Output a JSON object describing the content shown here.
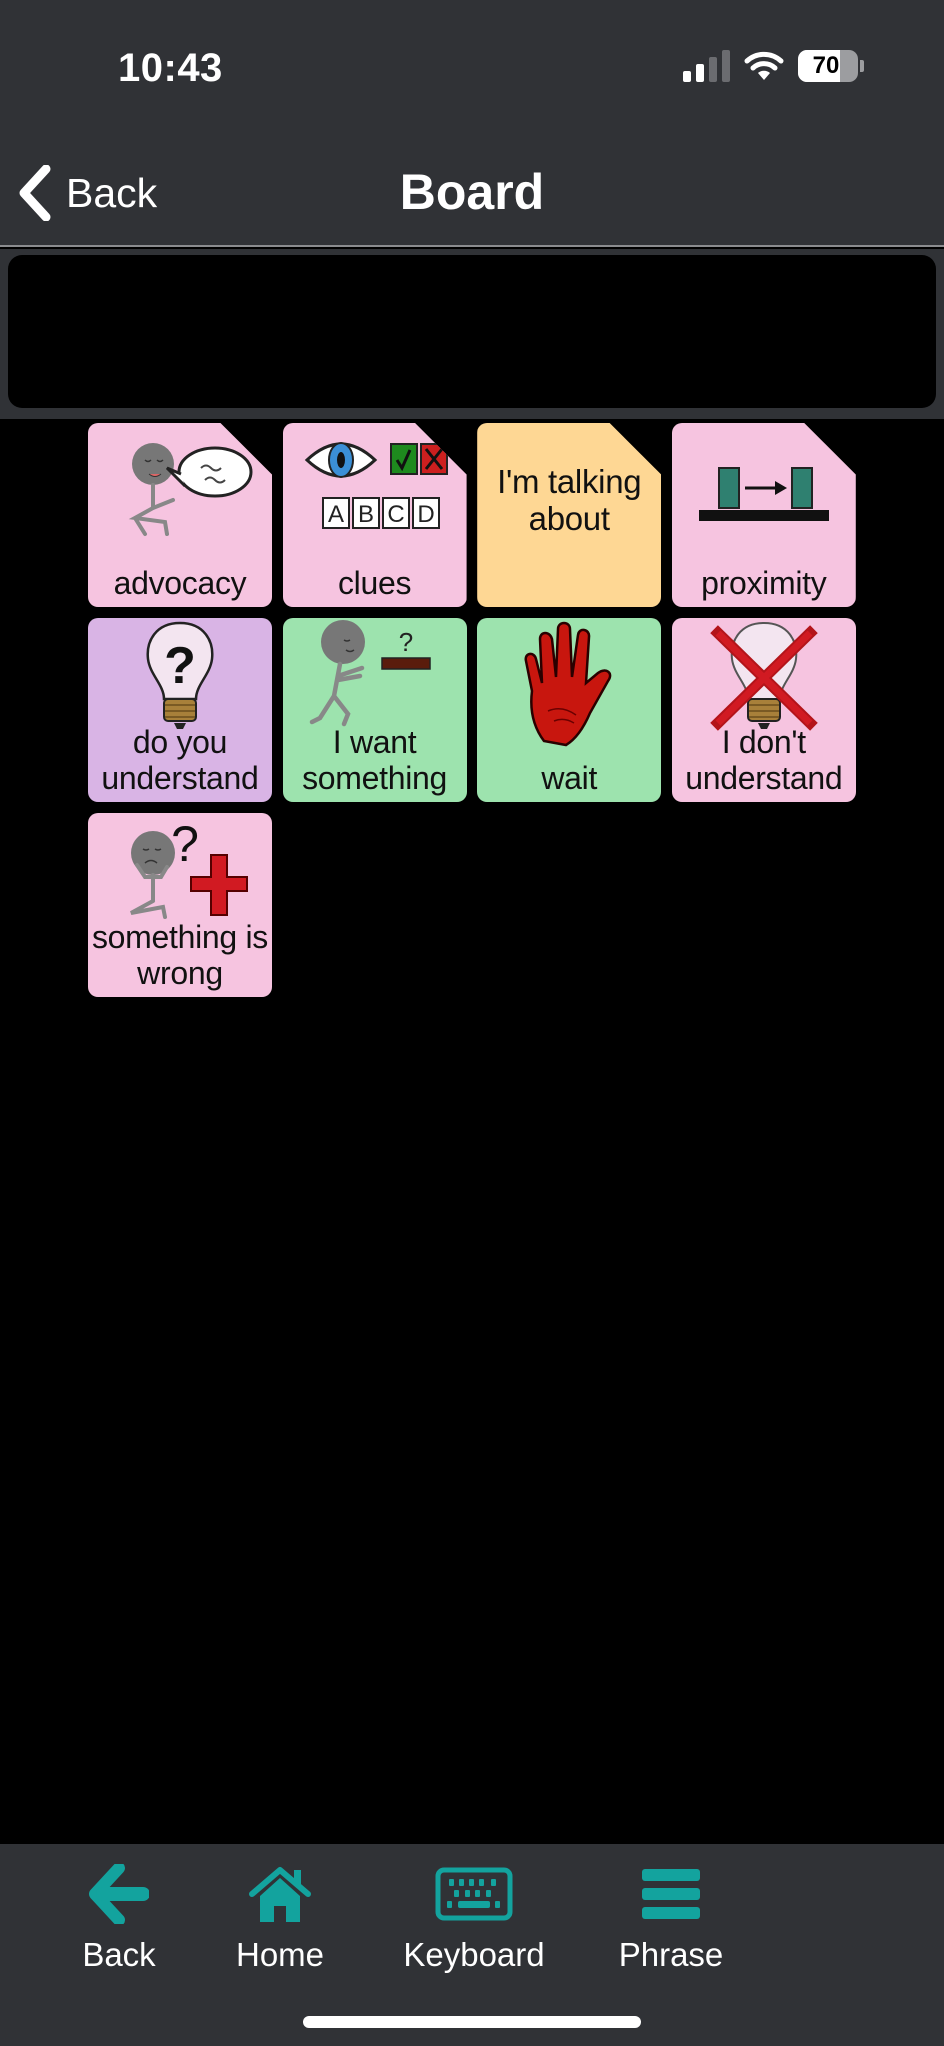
{
  "status_bar": {
    "time": "10:43",
    "battery_percent": "70",
    "icons": [
      "cellular-signal-icon",
      "wifi-icon",
      "battery-icon"
    ]
  },
  "nav": {
    "back_label": "Back",
    "title": "Board"
  },
  "message_bar": {
    "text": ""
  },
  "colors": {
    "chrome_bg": "#303236",
    "content_bg": "#000000",
    "accent_teal": "#13a39e",
    "tile_pink": "#f6c4e0",
    "tile_orange": "#fed794",
    "tile_purple": "#d9b4e5",
    "tile_green": "#9de3ae"
  },
  "board": {
    "tiles": [
      {
        "label": "advocacy",
        "color": "pink",
        "folder": true,
        "icon": "person-speech-bubble-icon"
      },
      {
        "label": "clues",
        "color": "pink",
        "folder": true,
        "icon": "eye-abcd-choices-icon"
      },
      {
        "label": "I'm talking about",
        "color": "orange",
        "folder": true,
        "icon": ""
      },
      {
        "label": "proximity",
        "color": "pink",
        "folder": true,
        "icon": "proximity-blocks-icon"
      },
      {
        "label": "do you understand",
        "color": "purple",
        "folder": false,
        "icon": "lightbulb-question-icon"
      },
      {
        "label": "I want something",
        "color": "green",
        "folder": false,
        "icon": "person-reaching-icon"
      },
      {
        "label": "wait",
        "color": "green",
        "folder": false,
        "icon": "red-hand-stop-icon"
      },
      {
        "label": "I don't understand",
        "color": "pink",
        "folder": false,
        "icon": "lightbulb-crossed-icon"
      },
      {
        "label": "something is wrong",
        "color": "pink",
        "folder": false,
        "icon": "person-question-red-cross-icon"
      }
    ]
  },
  "bottom_bar": {
    "items": [
      {
        "label": "Back",
        "icon": "arrow-left-icon"
      },
      {
        "label": "Home",
        "icon": "home-icon"
      },
      {
        "label": "Keyboard",
        "icon": "keyboard-icon"
      },
      {
        "label": "Phrase",
        "icon": "menu-lines-icon"
      }
    ]
  }
}
